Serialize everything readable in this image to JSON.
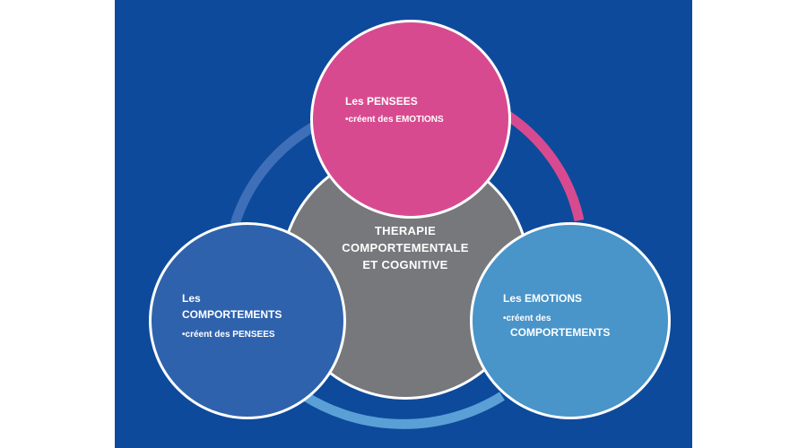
{
  "colors": {
    "background": "#0d4a9b",
    "center": "#77787b",
    "pensees": "#d84a8f",
    "comportements": "#2f62ad",
    "emotions": "#4994c9",
    "ring_pink": "#d84a8f",
    "ring_light": "#3f6fb8",
    "ring_cyan": "#5aa0d6"
  },
  "center": {
    "line1": "THERAPIE",
    "line2": "COMPORTEMENTALE",
    "line3": "ET COGNITIVE"
  },
  "pensees": {
    "title": "Les PENSEES",
    "bullet": "•créent des EMOTIONS"
  },
  "comportements": {
    "title_line1": "Les",
    "title_line2": "COMPORTEMENTS",
    "bullet": "•créent des PENSEES"
  },
  "emotions": {
    "title": "Les EMOTIONS",
    "bullet_line1": "•créent des",
    "bullet_line2": "COMPORTEMENTS"
  }
}
